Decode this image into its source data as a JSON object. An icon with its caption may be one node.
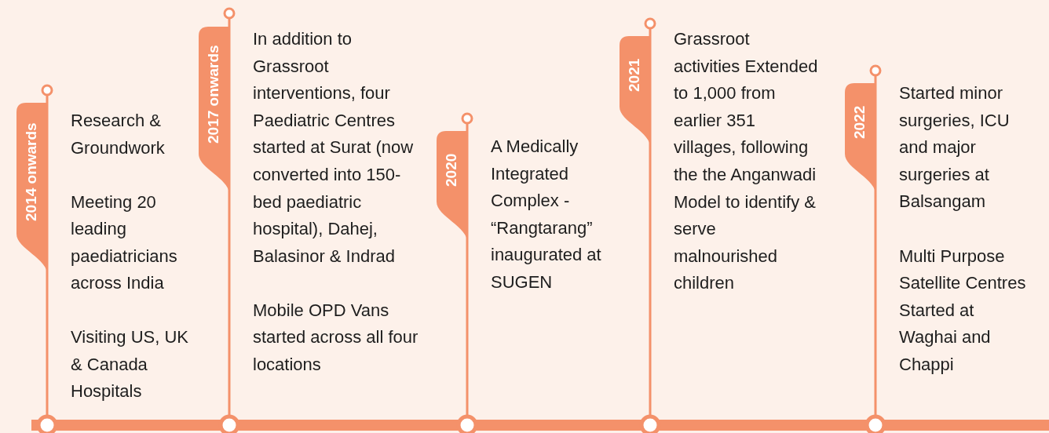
{
  "diagram": {
    "nodes": [
      {
        "text": [
          "2014 onwards",
          "Research & Groundwork",
          "Meeting 20 leading paediatricians across India",
          "Visiting US, UK & Canada Hospitals"
        ]
      },
      {
        "text": [
          "2017 onwards",
          "In addition to Grassroot interventions, four Paediatric Centres started at Surat (now converted into 150-bed paediatric hospital), Dahej, Balasinor & Indrad",
          "Mobile OPD Vans started across all four locations"
        ]
      },
      {
        "text": [
          "2020",
          "A Medically Integrated Complex - “Rangtarang” inaugurated at SUGEN"
        ]
      },
      {
        "text": [
          "2021",
          "Grassroot activities Extended to 1,000 from earlier 351 villages, following the the Anganwadi Model to identify & serve malnourished children"
        ]
      },
      {
        "text": [
          "2022",
          "Started minor surgeries, ICU and major surgeries at Balsangam",
          "Multi Purpose Satellite Centres Started at Waghai and Chappi"
        ]
      }
    ]
  }
}
